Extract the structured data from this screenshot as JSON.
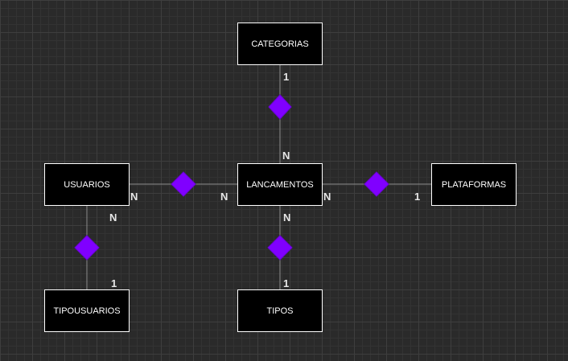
{
  "colors": {
    "line": "#8c8c8c",
    "relationship": "#8000ff",
    "entity_fill": "#000000",
    "entity_border": "#ffffff",
    "text": "#ffffff"
  },
  "entities": {
    "categorias": "CATEGORIAS",
    "usuarios": "USUARIOS",
    "lancamentos": "LANCAMENTOS",
    "plataformas": "PLATAFORMAS",
    "tipousuarios": "TIPOUSUARIOS",
    "tipos": "TIPOS"
  },
  "cardinalities": {
    "categorias_side": "1",
    "lancamentos_top": "N",
    "usuarios_right": "N",
    "lancamentos_left": "N",
    "lancamentos_right": "N",
    "plataformas_left": "1",
    "usuarios_bottom": "N",
    "tipousuarios_top": "1",
    "lancamentos_bottom": "N",
    "tipos_top": "1"
  }
}
